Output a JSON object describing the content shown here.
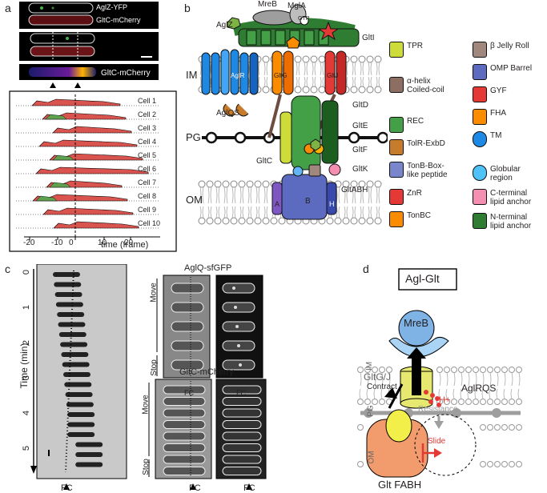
{
  "panel_letters": {
    "a": "a",
    "b": "b",
    "c": "c",
    "d": "d"
  },
  "panel_a": {
    "cell_top_labels": [
      "AglZ-YFP",
      "GltC-mCherry"
    ],
    "kymo_label": "GltC-mCherry",
    "star": "*",
    "cells": [
      "Cell 1",
      "Cell 2",
      "Cell 3",
      "Cell 4",
      "Cell 5",
      "Cell 6",
      "Cell 7",
      "Cell 8",
      "Cell 9",
      "Cell 10"
    ],
    "x_ticks": [
      "-20",
      "-10",
      "0",
      "10",
      "20"
    ],
    "x_axis_label": "time (frame)",
    "colors": {
      "red_fill": "#d9534f",
      "green_fill": "#4caf50"
    }
  },
  "panel_b": {
    "top": {
      "mreb": "MreB",
      "mgla": "MglA",
      "gtp": "GTP",
      "aglz": "AglZ",
      "glti": "GltI"
    },
    "membranes": {
      "im": "IM",
      "pg": "PG",
      "om": "OM"
    },
    "proteins": {
      "aglr": "AglR",
      "gltg": "GltG",
      "gltj": "GltJ",
      "aglqs": "AglQS",
      "gltd": "GltD",
      "glte": "GltE",
      "gltf": "GltF",
      "gltc": "GltC",
      "gltk": "GltK",
      "gltabh": "GltABH",
      "a": "A",
      "b": "B",
      "h": "H"
    },
    "legend": [
      {
        "icon": "tpr-icon",
        "label": "TPR"
      },
      {
        "icon": "coiled-coil-icon",
        "label": "α-helix\nCoiled-coil"
      },
      {
        "icon": "rec-icon",
        "label": "REC"
      },
      {
        "icon": "tolr-icon",
        "label": "TolR-ExbD"
      },
      {
        "icon": "tonb-box-icon",
        "label": "TonB-Box-\nlike peptide"
      },
      {
        "icon": "znr-icon",
        "label": "ZnR"
      },
      {
        "icon": "tonbc-icon",
        "label": "TonBC"
      },
      {
        "icon": "jelly-roll-icon",
        "label": "β Jelly Roll"
      },
      {
        "icon": "omp-barrel-icon",
        "label": "OMP Barrel"
      },
      {
        "icon": "gyf-icon",
        "label": "GYF"
      },
      {
        "icon": "fha-icon",
        "label": "FHA"
      },
      {
        "icon": "tm-icon",
        "label": "TM"
      },
      {
        "icon": "globular-icon",
        "label": "Globular\nregion"
      },
      {
        "icon": "c-lipid-icon",
        "label": "C-terminal\nlipid anchor"
      },
      {
        "icon": "n-lipid-icon",
        "label": "N-terminal\nlipid anchor"
      }
    ]
  },
  "panel_c": {
    "y_label": "Time (min)",
    "y_ticks": [
      "0",
      "1",
      "2",
      "3",
      "4",
      "5"
    ],
    "fc": "FC",
    "agl_title": "AglQ-sfGFP",
    "glt_title": "GltC-mCherry",
    "move": "Move",
    "stop": "Stop"
  },
  "panel_d": {
    "title": "Agl-Glt",
    "mreb": "MreB",
    "im": "IM",
    "pg": "PG",
    "om": "OM",
    "gltgj": "GltG/J",
    "contract": "Contract",
    "aglrqs": "AglRQS",
    "hplus": "H+",
    "resistance": "Resistance",
    "slide": "Slide",
    "gltfabh": "Glt FABH"
  }
}
